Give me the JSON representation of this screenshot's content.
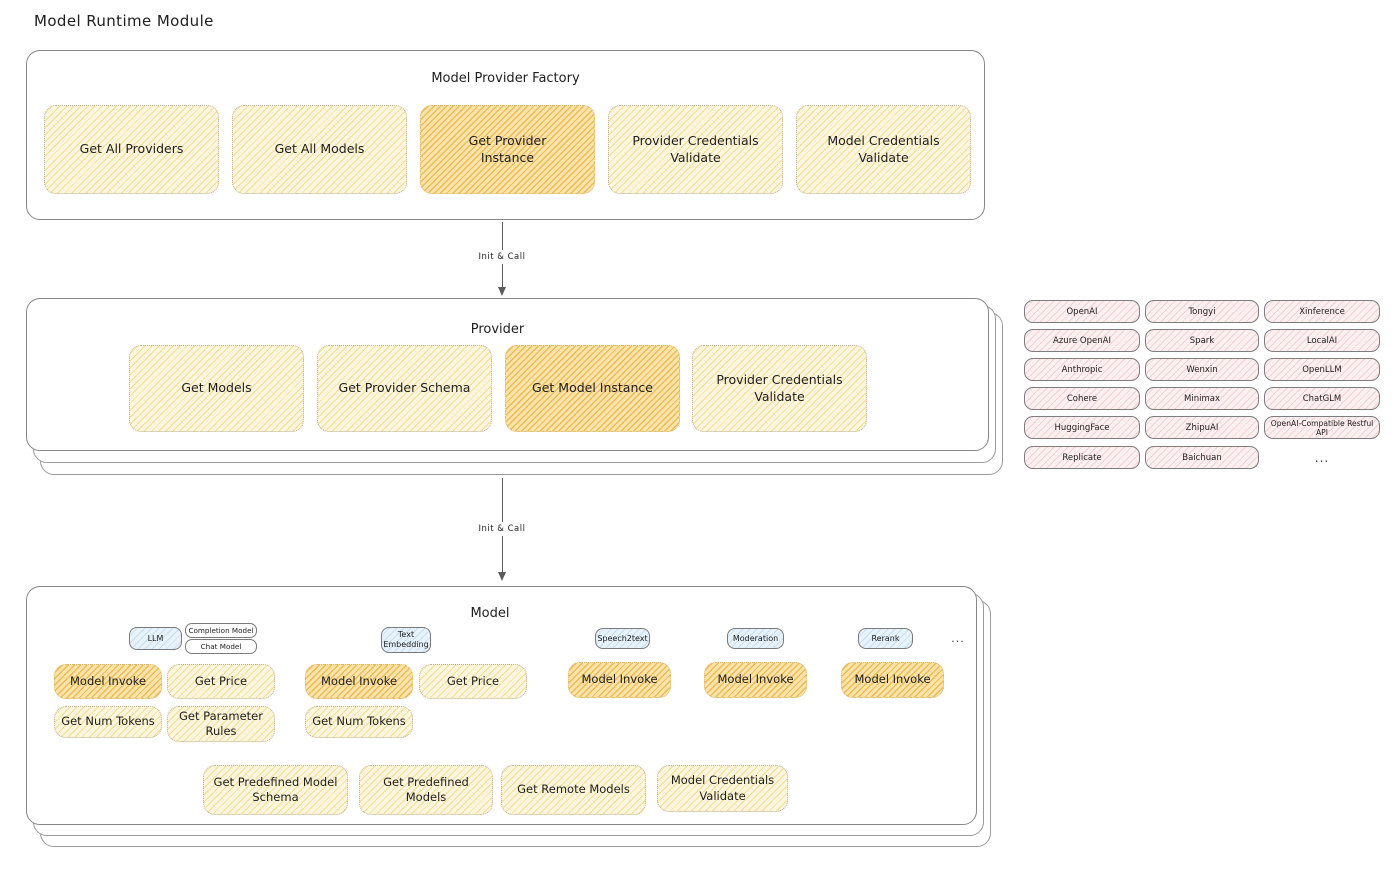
{
  "title": "Model Runtime Module",
  "sections": {
    "factory": {
      "heading": "Model Provider Factory",
      "boxes": [
        {
          "label": "Get All Providers",
          "highlight": false
        },
        {
          "label": "Get All Models",
          "highlight": false
        },
        {
          "label": "Get Provider Instance",
          "highlight": true
        },
        {
          "label": "Provider Credentials Validate",
          "highlight": false
        },
        {
          "label": "Model Credentials Validate",
          "highlight": false
        }
      ]
    },
    "provider": {
      "heading": "Provider",
      "boxes": [
        {
          "label": "Get Models",
          "highlight": false
        },
        {
          "label": "Get Provider Schema",
          "highlight": false
        },
        {
          "label": "Get Model Instance",
          "highlight": true
        },
        {
          "label": "Provider Credentials Validate",
          "highlight": false
        }
      ]
    },
    "model": {
      "heading": "Model",
      "types": [
        {
          "badge": "LLM",
          "sub_badges": [
            "Completion Model",
            "Chat Model"
          ],
          "methods": [
            {
              "label": "Model Invoke",
              "highlight": true
            },
            {
              "label": "Get Price",
              "highlight": false
            },
            {
              "label": "Get Num Tokens",
              "highlight": false
            },
            {
              "label": "Get Parameter Rules",
              "highlight": false
            }
          ]
        },
        {
          "badge": "Text Embedding",
          "sub_badges": [],
          "methods": [
            {
              "label": "Model Invoke",
              "highlight": true
            },
            {
              "label": "Get Price",
              "highlight": false
            },
            {
              "label": "Get Num Tokens",
              "highlight": false
            }
          ]
        },
        {
          "badge": "Speech2text",
          "sub_badges": [],
          "methods": [
            {
              "label": "Model Invoke",
              "highlight": true
            }
          ]
        },
        {
          "badge": "Moderation",
          "sub_badges": [],
          "methods": [
            {
              "label": "Model Invoke",
              "highlight": true
            }
          ]
        },
        {
          "badge": "Rerank",
          "sub_badges": [],
          "methods": [
            {
              "label": "Model Invoke",
              "highlight": true
            }
          ]
        }
      ],
      "more": "...",
      "common_methods": [
        {
          "label": "Get Predefined Model Schema"
        },
        {
          "label": "Get Predefined Models"
        },
        {
          "label": "Get Remote Models"
        },
        {
          "label": "Model Credentials Validate"
        }
      ]
    }
  },
  "arrows": [
    {
      "label": "Init & Call"
    },
    {
      "label": "Init & Call"
    }
  ],
  "provider_list": {
    "columns": [
      [
        "OpenAI",
        "Azure OpenAI",
        "Anthropic",
        "Cohere",
        "HuggingFace",
        "Replicate"
      ],
      [
        "Tongyi",
        "Spark",
        "Wenxin",
        "Minimax",
        "ZhipuAI",
        "Baichuan"
      ],
      [
        "Xinference",
        "LocalAI",
        "OpenLLM",
        "ChatGLM",
        "OpenAI-Compatible Restful API"
      ]
    ],
    "more": "..."
  },
  "colors": {
    "accent_light": "#fdf6de",
    "accent_strong": "#fbe3ab",
    "provider_tag": "#fdf0f0",
    "badge_blue": "#e7f2fb",
    "frame_stroke": "#868686"
  }
}
